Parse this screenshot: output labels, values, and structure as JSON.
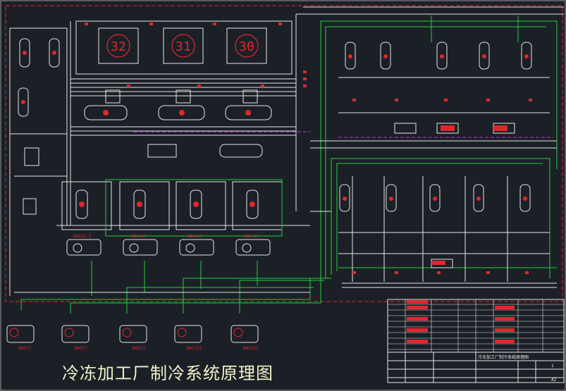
{
  "drawing": {
    "title": "冷冻加工厂制冷系统原理图",
    "tank_labels": [
      "32",
      "31",
      "30"
    ],
    "compressor_labels": [
      "8AV12.5",
      "8ASJ17",
      "8ASJ17",
      "8ASJ17"
    ],
    "pump_labels": [
      "8AS17",
      "8AS17",
      "8AS17",
      "8ASJ17",
      "8ASJ17"
    ]
  },
  "title_block": {
    "drawing_name": "冷冻加工厂制冷系统原理图",
    "sheet": "1",
    "size": "A2"
  },
  "colors": {
    "background": "#1b2027",
    "line_white": "#e6e6e6",
    "line_green": "#22d13a",
    "line_red": "#e0282c",
    "line_magenta": "#c12fd6",
    "title_text": "#f2f2c8"
  }
}
